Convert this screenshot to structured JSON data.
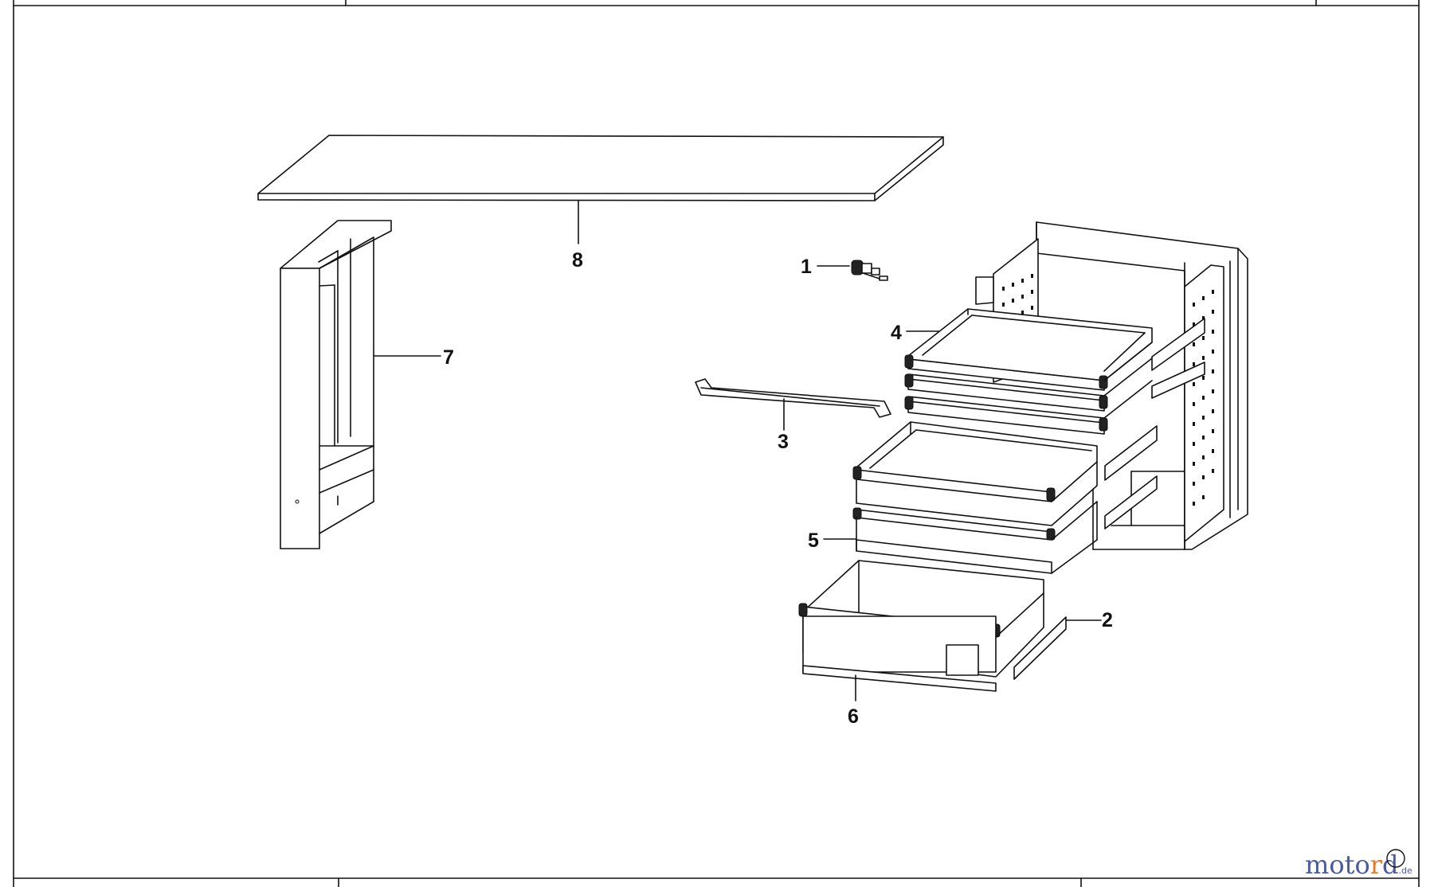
{
  "diagram": {
    "callouts": [
      {
        "id": "1",
        "label": "1"
      },
      {
        "id": "2",
        "label": "2"
      },
      {
        "id": "3",
        "label": "3"
      },
      {
        "id": "4",
        "label": "4"
      },
      {
        "id": "5",
        "label": "5"
      },
      {
        "id": "6",
        "label": "6"
      },
      {
        "id": "7",
        "label": "7"
      },
      {
        "id": "8",
        "label": "8"
      }
    ],
    "watermark": {
      "part1": "moto",
      "part2": "r",
      "part3": "d",
      "suffix": ".de"
    }
  }
}
